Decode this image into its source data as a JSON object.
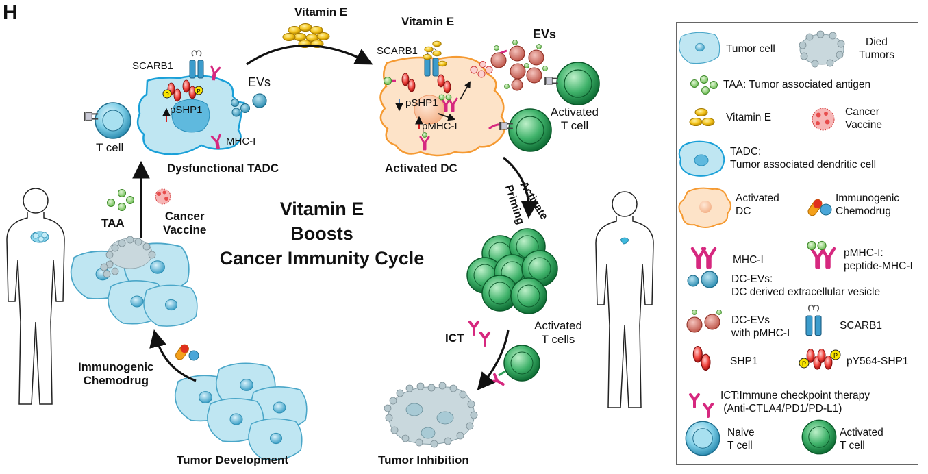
{
  "panel_label": "H",
  "title": {
    "line1": "Vitamin E",
    "line2": "Boosts",
    "line3": "Cancer Immunity Cycle"
  },
  "diagram": {
    "vitamin_e_top": "Vitamin E",
    "vitamin_e_dc": "Vitamin E",
    "scarb1_left": "SCARB1",
    "scarb1_right": "SCARB1",
    "evs_left": "EVs",
    "evs_right": "EVs",
    "pshp1_left": "pSHP1",
    "pshp1_right": "pSHP1",
    "pmhc": "pMHC-I",
    "mhc_left": "MHC-I",
    "t_cell": "T cell",
    "dysfunctional_tadc": "Dysfunctional TADC",
    "activated_dc": "Activated DC",
    "activated_t_cell_top": "Activated\nT cell",
    "activate": "Activate",
    "priming": "Priming",
    "taa": "TAA",
    "cancer_vaccine": "Cancer\nVaccine",
    "immunogenic_chemodrug": "Immunogenic\nChemodrug",
    "activated_t_cells": "Activated\nT cells",
    "ict": "ICT",
    "tumor_development": "Tumor Development",
    "tumor_inhibition": "Tumor Inhibition",
    "phospho": "P"
  },
  "legend": {
    "tumor_cell": "Tumor cell",
    "died_tumors": "Died\nTumors",
    "taa": "TAA: Tumor associated antigen",
    "vitamin_e": "Vitamin E",
    "cancer_vaccine": "Cancer\nVaccine",
    "tadc": "TADC:\nTumor associated dendritic cell",
    "activated_dc": "Activated\nDC",
    "immunogenic_chemodrug": "Immunogenic\nChemodrug",
    "mhc": "MHC-I",
    "pmhc": "pMHC-I:\npeptide-MHC-I",
    "dc_evs": "DC-EVs:\nDC derived extracellular vesicle",
    "dc_evs_pmhc": "DC-EVs\nwith pMHC-I",
    "scarb1": "SCARB1",
    "shp1": "SHP1",
    "py564": "pY564-SHP1",
    "ict": "ICT:Immune checkpoint therapy\n (Anti-CTLA4/PD1/PD-L1)",
    "naive_t": "Naive\nT cell",
    "activated_t": "Activated\nT cell"
  },
  "colors": {
    "tumor_fill": "#bfe6f2",
    "tumor_stroke": "#4aa6c8",
    "dc_fill": "#fde3c8",
    "dc_stroke": "#f59a32",
    "tadc_stroke": "#1aa0d8",
    "green_cell": "#2e9e57",
    "magenta": "#d6287f",
    "vitamin": "#f2c21a",
    "shp1_red": "#e02b2b"
  }
}
